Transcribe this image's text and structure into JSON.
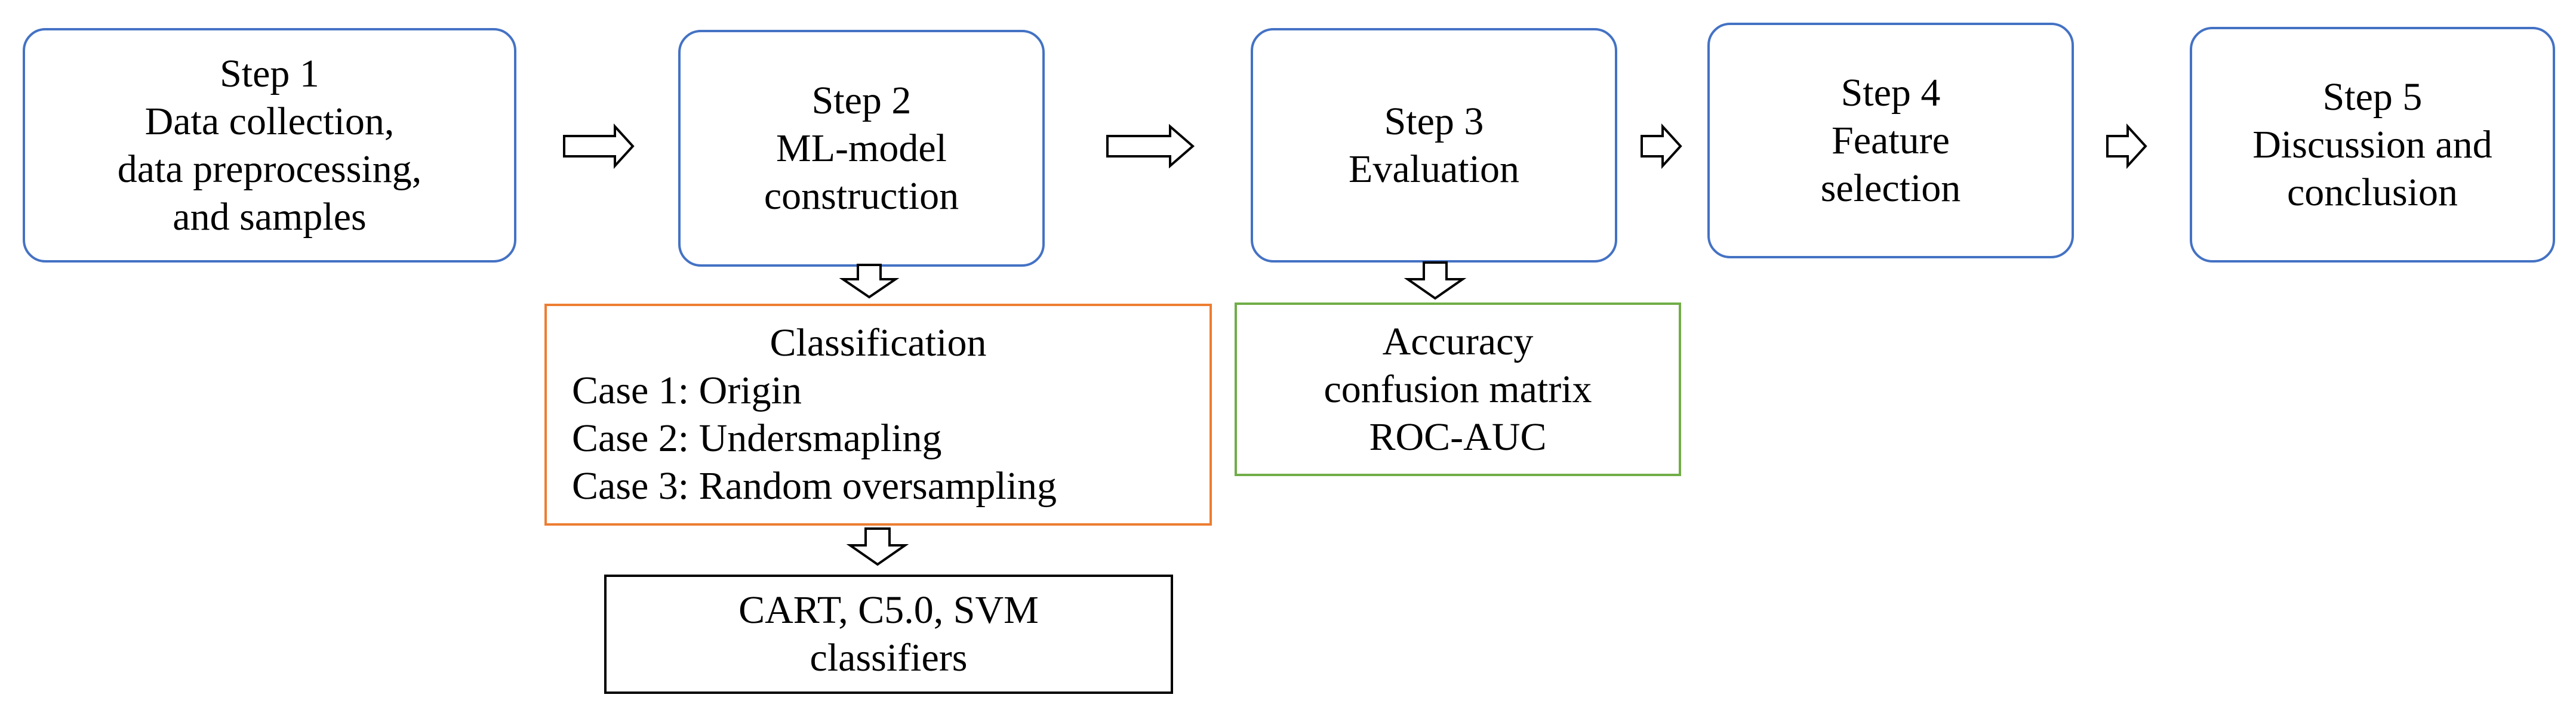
{
  "steps": [
    {
      "lines": [
        "Step 1",
        "Data collection,",
        "data preprocessing,",
        "and samples"
      ]
    },
    {
      "lines": [
        "Step 2",
        "ML-model",
        "construction"
      ]
    },
    {
      "lines": [
        "Step 3",
        "Evaluation"
      ]
    },
    {
      "lines": [
        "Step 4",
        "Feature",
        "selection"
      ]
    },
    {
      "lines": [
        "Step 5",
        "Discussion and",
        "conclusion"
      ]
    }
  ],
  "classification": {
    "title": "Classification",
    "cases": [
      "Case 1: Origin",
      "Case 2: Undersmapling",
      "Case 3: Random oversampling"
    ]
  },
  "metrics": {
    "lines": [
      "Accuracy",
      "confusion matrix",
      "ROC-AUC"
    ]
  },
  "classifiers": {
    "lines": [
      "CART, C5.0, SVM",
      "classifiers"
    ]
  },
  "colors": {
    "step_border": "#4472C4",
    "classification_border": "#ED7D31",
    "metrics_border": "#70AD47",
    "classifiers_border": "#000000"
  }
}
